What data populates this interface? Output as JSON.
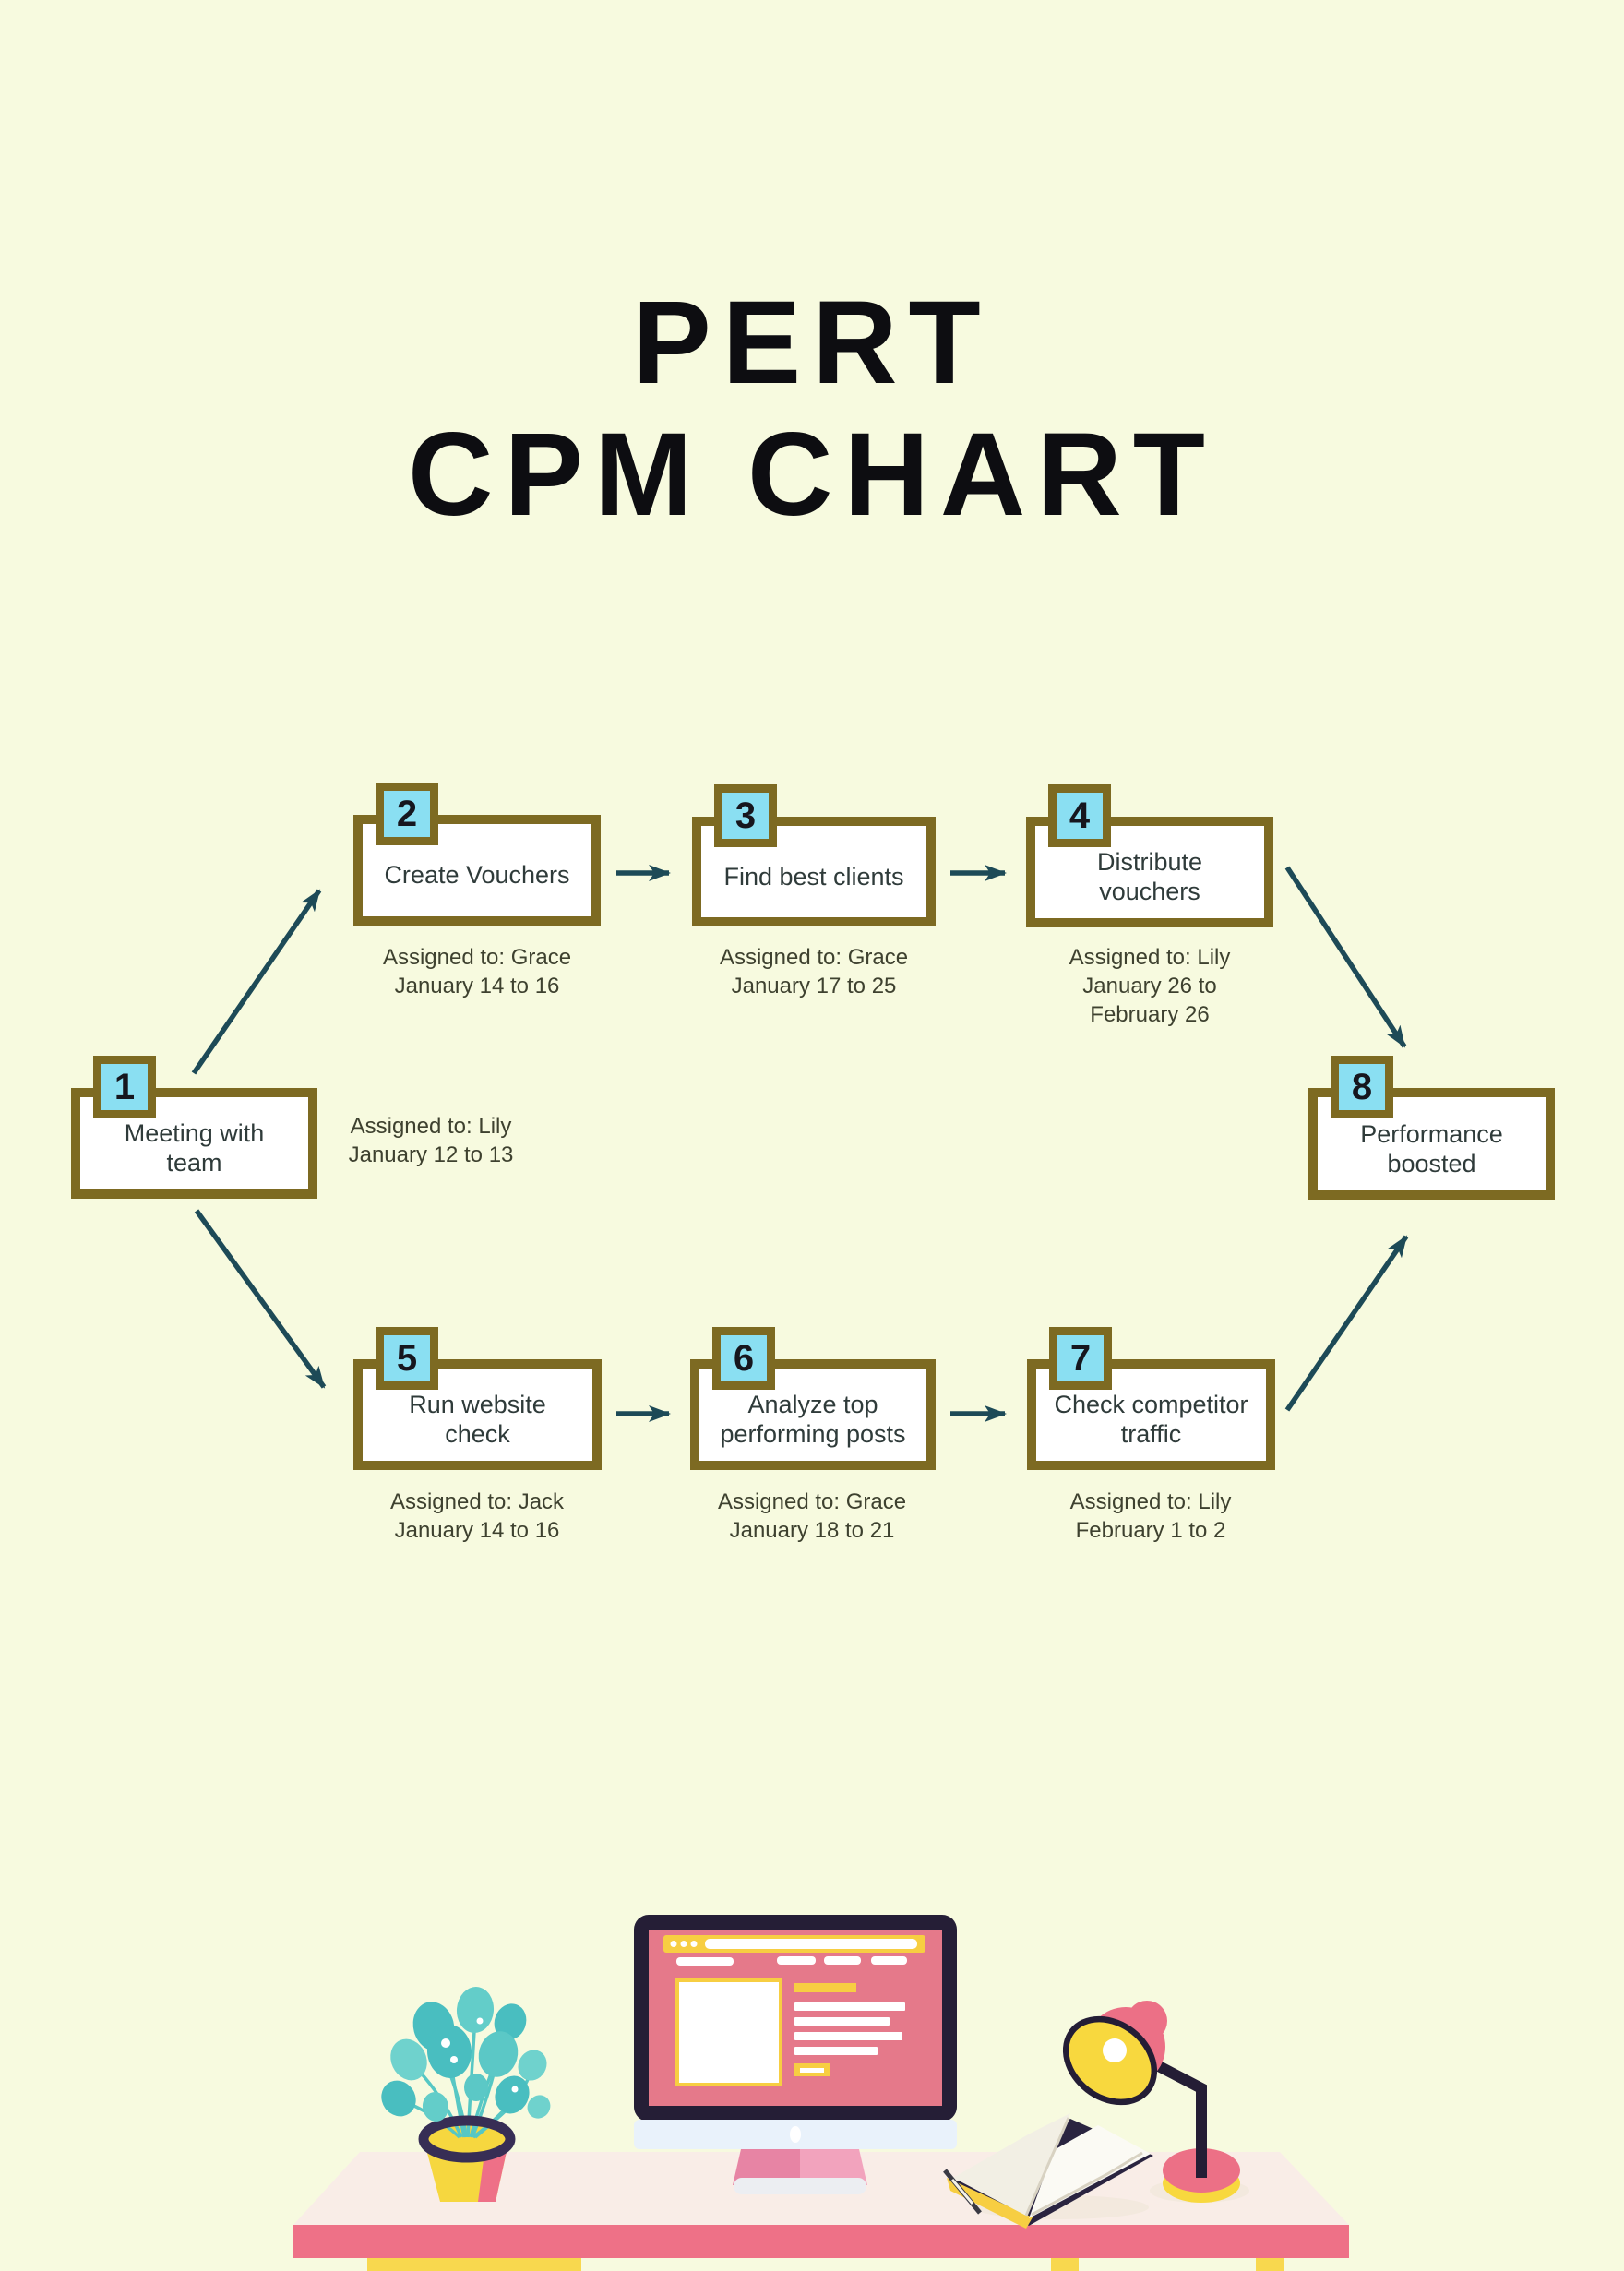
{
  "title": {
    "line1": "PERT",
    "line2": "CPM CHART"
  },
  "nodes": [
    {
      "id": "1",
      "label": "Meeting with team",
      "assigned": "Assigned to: Lily",
      "dates": "January 12 to 13"
    },
    {
      "id": "2",
      "label": "Create Vouchers",
      "assigned": "Assigned to: Grace",
      "dates": "January 14 to 16"
    },
    {
      "id": "3",
      "label": "Find best clients",
      "assigned": "Assigned to: Grace",
      "dates": "January 17 to 25"
    },
    {
      "id": "4",
      "label": "Distribute vouchers",
      "assigned": "Assigned to: Lily",
      "dates": "January 26 to February 26"
    },
    {
      "id": "5",
      "label": "Run website check",
      "assigned": "Assigned to: Jack",
      "dates": "January 14 to 16"
    },
    {
      "id": "6",
      "label": "Analyze top performing posts",
      "assigned": "Assigned to: Grace",
      "dates": "January 18 to 21"
    },
    {
      "id": "7",
      "label": "Check competitor traffic",
      "assigned": "Assigned to: Lily",
      "dates": "February 1 to 2"
    },
    {
      "id": "8",
      "label": "Performance boosted",
      "assigned": "",
      "dates": ""
    }
  ],
  "edges": [
    {
      "from": "1",
      "to": "2"
    },
    {
      "from": "1",
      "to": "5"
    },
    {
      "from": "2",
      "to": "3"
    },
    {
      "from": "3",
      "to": "4"
    },
    {
      "from": "4",
      "to": "8"
    },
    {
      "from": "5",
      "to": "6"
    },
    {
      "from": "6",
      "to": "7"
    },
    {
      "from": "7",
      "to": "8"
    }
  ],
  "colors": {
    "background": "#f7fadf",
    "node_border": "#7d6a22",
    "node_fill": "#ffffff",
    "badge_fill": "#8adff2",
    "arrow": "#1d4a57",
    "title_text": "#0d0d11",
    "body_text": "#3e412f",
    "illustration_pink": "#ee7187",
    "illustration_yellow": "#f8d84e",
    "illustration_teal": "#52c5c3",
    "illustration_navy": "#281f38",
    "desk_surface": "#f9ede7",
    "screen_pink": "#e5798a"
  }
}
